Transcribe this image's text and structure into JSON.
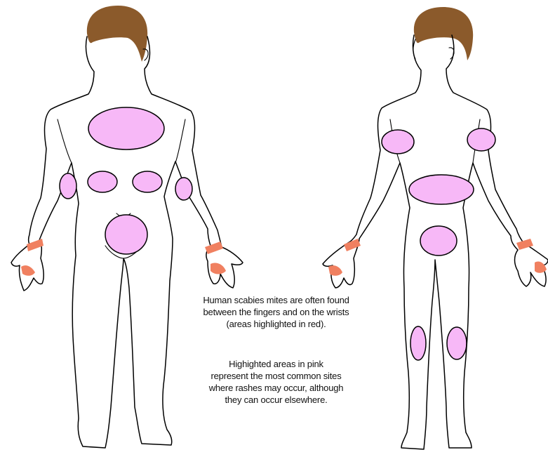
{
  "caption_red": {
    "lines": [
      "Human scabies mites are often found",
      "between the fingers and on the wrists",
      "(areas highlighted in red)."
    ]
  },
  "caption_pink": {
    "lines": [
      "Highighted areas in pink",
      "represent the most common sites",
      "where rashes may occur, although",
      "they can occur elsewhere."
    ]
  },
  "colors": {
    "hair": "#8b5a2b",
    "rash_pink": "#f7b8f7",
    "mite_red": "#f08060",
    "outline": "#000000",
    "background": "#ffffff"
  }
}
